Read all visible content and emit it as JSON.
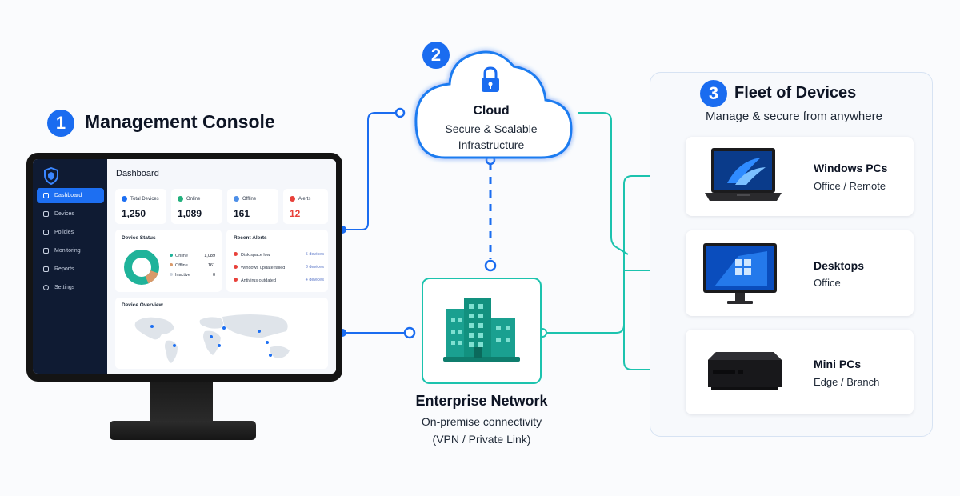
{
  "console": {
    "step": "1",
    "title": "Management Console",
    "dashboard": {
      "heading": "Dashboard",
      "nav": [
        {
          "label": "Dashboard",
          "icon": "dashboard-icon",
          "active": true
        },
        {
          "label": "Devices",
          "icon": "devices-icon",
          "active": false
        },
        {
          "label": "Policies",
          "icon": "policies-icon",
          "active": false
        },
        {
          "label": "Monitoring",
          "icon": "monitoring-icon",
          "active": false
        },
        {
          "label": "Reports",
          "icon": "reports-icon",
          "active": false
        },
        {
          "label": "Settings",
          "icon": "settings-icon",
          "active": false
        }
      ],
      "stats": [
        {
          "label": "Total Devices",
          "value": "1,250",
          "color": "#1d6ff2"
        },
        {
          "label": "Online",
          "value": "1,089",
          "color": "#22b07d"
        },
        {
          "label": "Offline",
          "value": "161",
          "color": "#4d8fe8"
        },
        {
          "label": "Alerts",
          "value": "12",
          "color": "#e8413a"
        }
      ],
      "device_status": {
        "title": "Device Status",
        "rows": [
          {
            "label": "Online",
            "value": "1,089",
            "color": "#1fb39a"
          },
          {
            "label": "Offline",
            "value": "161",
            "color": "#d99a6a"
          },
          {
            "label": "Inactive",
            "value": "0",
            "color": "#cfd5de"
          }
        ]
      },
      "recent_alerts": {
        "title": "Recent Alerts",
        "rows": [
          {
            "label": "Disk space low",
            "count": "5 devices"
          },
          {
            "label": "Windows update failed",
            "count": "3 devices"
          },
          {
            "label": "Antivirus outdated",
            "count": "4 devices"
          }
        ]
      },
      "overview": {
        "title": "Device Overview"
      }
    }
  },
  "cloud": {
    "step": "2",
    "title": "Cloud",
    "line1": "Secure & Scalable",
    "line2": "Infrastructure",
    "icon": "lock-icon"
  },
  "network": {
    "title": "Enterprise Network",
    "line1": "On-premise connectivity",
    "line2": "(VPN / Private Link)",
    "icon": "building-icon"
  },
  "fleet": {
    "step": "3",
    "title": "Fleet of Devices",
    "subtitle": "Manage & secure from anywhere",
    "devices": [
      {
        "name": "Windows PCs",
        "sub": "Office / Remote",
        "icon": "laptop-icon"
      },
      {
        "name": "Desktops",
        "sub": "Office",
        "icon": "desktop-monitor-icon"
      },
      {
        "name": "Mini PCs",
        "sub": "Edge / Branch",
        "icon": "mini-pc-icon"
      }
    ]
  },
  "colors": {
    "accent_blue": "#1a6cf0",
    "teal": "#1cc3ae",
    "navy": "#0f1b33"
  }
}
